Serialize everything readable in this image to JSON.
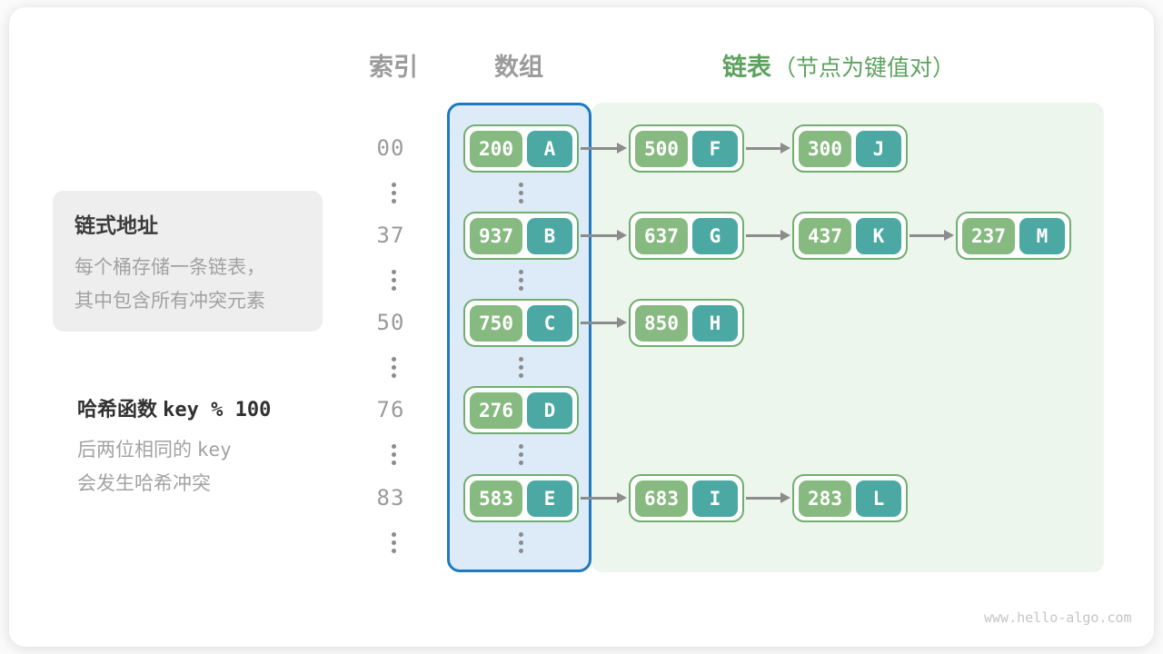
{
  "header": {
    "index_label": "索引",
    "array_label": "数组",
    "list_label": "链表",
    "list_note": "（节点为键值对）"
  },
  "info_box": {
    "title": "链式地址",
    "line1": "每个桶存储一条链表，",
    "line2": "其中包含所有冲突元素"
  },
  "hash_note": {
    "title_cn": "哈希函数",
    "title_code": "key % 100",
    "line1_cn": "后两位相同的",
    "line1_code": "key",
    "line2": "会发生哈希冲突"
  },
  "watermark": "www.hello-algo.com",
  "colors": {
    "accent_green": "#5ea25f",
    "key_cell": "#87ba80",
    "value_cell": "#4ba8a3",
    "node_border": "#72ad72",
    "array_fill": "#dcebf7",
    "array_border": "#2079bf",
    "list_fill": "#edf6ed",
    "arrow_gray": "#8c8c8c",
    "text_gray": "#9b9b9b"
  },
  "diagram": {
    "rows": [
      {
        "index": "00",
        "bucket": {
          "key": "200",
          "val": "A"
        },
        "chain": [
          {
            "key": "500",
            "val": "F"
          },
          {
            "key": "300",
            "val": "J"
          }
        ]
      },
      {
        "index": "37",
        "bucket": {
          "key": "937",
          "val": "B"
        },
        "chain": [
          {
            "key": "637",
            "val": "G"
          },
          {
            "key": "437",
            "val": "K"
          },
          {
            "key": "237",
            "val": "M"
          }
        ]
      },
      {
        "index": "50",
        "bucket": {
          "key": "750",
          "val": "C"
        },
        "chain": [
          {
            "key": "850",
            "val": "H"
          }
        ]
      },
      {
        "index": "76",
        "bucket": {
          "key": "276",
          "val": "D"
        },
        "chain": []
      },
      {
        "index": "83",
        "bucket": {
          "key": "583",
          "val": "E"
        },
        "chain": [
          {
            "key": "683",
            "val": "I"
          },
          {
            "key": "283",
            "val": "L"
          }
        ]
      }
    ],
    "ellipsis_glyph": "⋮"
  }
}
